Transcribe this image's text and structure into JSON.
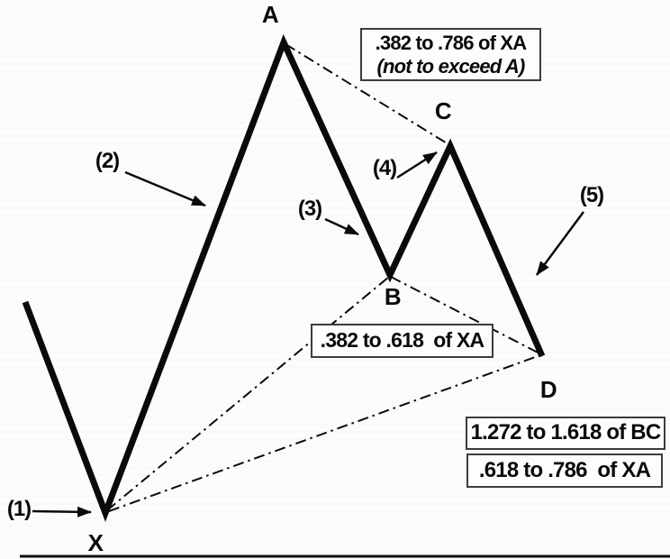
{
  "diagram": {
    "point_labels": {
      "X": "X",
      "A": "A",
      "B": "B",
      "C": "C",
      "D": "D"
    },
    "swing_labels": {
      "s1": "(1)",
      "s2": "(2)",
      "s3": "(3)",
      "s4": "(4)",
      "s5": "(5)"
    },
    "annotations": {
      "c_box_line1": ".382 to .786 of XA",
      "c_box_line2": "(not to exceed A)",
      "b_box": ".382 to .618  of XA",
      "d_box_bc": "1.272 to 1.618 of BC",
      "d_box_xa": ".618 to .786  of XA"
    },
    "colors": {
      "ink": "#0a0a0a",
      "background": "#fcfcfc",
      "box_border": "#3c3c3c"
    }
  }
}
